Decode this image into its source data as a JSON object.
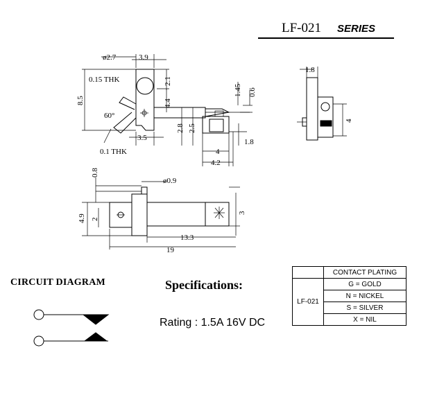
{
  "title": {
    "part": "LF-021",
    "series": "SERIES"
  },
  "dimensions": {
    "hole_dia": "ø2.7",
    "width_3_9": "3.9",
    "thk_015": "0.15 THK",
    "v_2_1": "2.1",
    "v_8_5": "8.5",
    "angle": "60°",
    "v_4_4": "4.4",
    "v_1_45": "1.45",
    "v_0_6": "0.6",
    "v_2_8": "2.8",
    "v_2_5": "2.5",
    "h_3_5": "3.5",
    "thk_01": "0.1 THK",
    "h_4": "4",
    "h_4_2": "4.2",
    "v_1_8": "1.8",
    "side_1_8": "1.8",
    "side_4": "4",
    "v_0_8": "0.8",
    "pin_dia": "ø0.9",
    "v_4_9": "4.9",
    "v_2": "2",
    "v_3": "3",
    "h_13_3": "13.3",
    "h_19": "19"
  },
  "circuit": {
    "title": "CIRCUIT DIAGRAM"
  },
  "specifications": {
    "title": "Specifications:",
    "rating": "Rating : 1.5A 16V DC"
  },
  "plating_table": {
    "header": "CONTACT PLATING",
    "model": "LF-021",
    "options": [
      "G = GOLD",
      "N = NICKEL",
      "S = SILVER",
      "X = NIL"
    ]
  }
}
